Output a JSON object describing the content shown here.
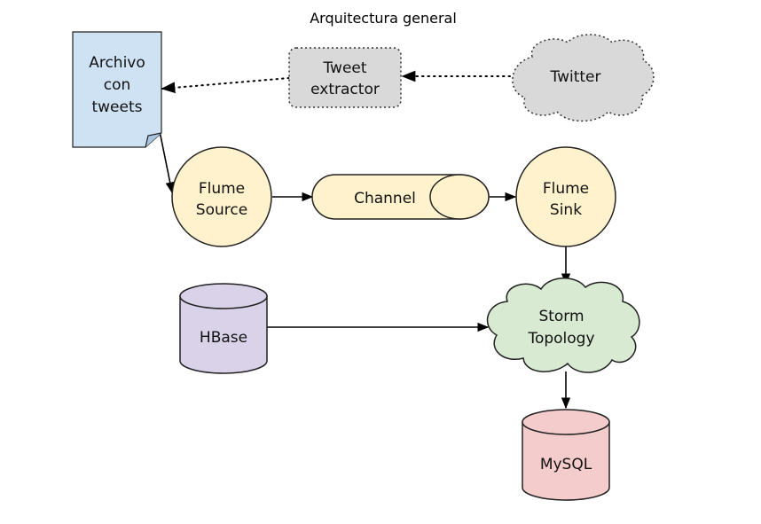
{
  "title": "Arquitectura general",
  "nodes": {
    "archivo": {
      "label": [
        "Archivo",
        "con",
        "tweets"
      ],
      "fill": "#cfe2f3"
    },
    "tweet_extractor": {
      "label": [
        "Tweet",
        "extractor"
      ],
      "fill": "#d9d9d9"
    },
    "twitter": {
      "label": [
        "Twitter"
      ],
      "fill": "#d9d9d9"
    },
    "flume_source": {
      "label": [
        "Flume",
        "Source"
      ],
      "fill": "#fff2cc"
    },
    "channel": {
      "label": [
        "Channel"
      ],
      "fill": "#fff2cc"
    },
    "flume_sink": {
      "label": [
        "Flume",
        "Sink"
      ],
      "fill": "#fff2cc"
    },
    "hbase": {
      "label": [
        "HBase"
      ],
      "fill": "#d9d2e9"
    },
    "storm": {
      "label": [
        "Storm",
        "Topology"
      ],
      "fill": "#d9ead3"
    },
    "mysql": {
      "label": [
        "MySQL"
      ],
      "fill": "#f4cccc"
    }
  },
  "edges": [
    {
      "from": "twitter",
      "to": "tweet_extractor",
      "style": "dotted"
    },
    {
      "from": "tweet_extractor",
      "to": "archivo",
      "style": "dotted"
    },
    {
      "from": "archivo",
      "to": "flume_source",
      "style": "solid"
    },
    {
      "from": "flume_source",
      "to": "channel",
      "style": "solid"
    },
    {
      "from": "channel",
      "to": "flume_sink",
      "style": "solid"
    },
    {
      "from": "flume_sink",
      "to": "storm",
      "style": "solid"
    },
    {
      "from": "hbase",
      "to": "storm",
      "style": "solid"
    },
    {
      "from": "storm",
      "to": "mysql",
      "style": "solid"
    }
  ]
}
